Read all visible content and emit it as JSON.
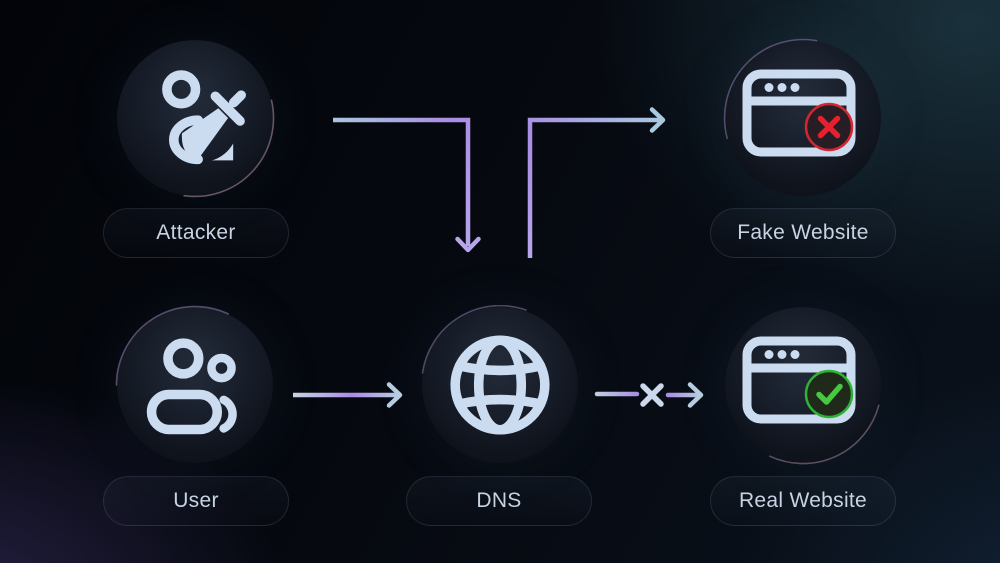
{
  "diagram": {
    "nodes": [
      {
        "id": "attacker",
        "label": "Attacker",
        "icon": "attacker-sword-icon"
      },
      {
        "id": "fake-website",
        "label": "Fake Website",
        "icon": "browser-window-icon",
        "badge": "error-cross",
        "badge_color": "#e02631"
      },
      {
        "id": "user",
        "label": "User",
        "icon": "users-icon"
      },
      {
        "id": "dns",
        "label": "DNS",
        "icon": "globe-icon"
      },
      {
        "id": "real-website",
        "label": "Real Website",
        "icon": "browser-window-icon",
        "badge": "success-check",
        "badge_color": "#3ec43e"
      }
    ],
    "edges": [
      {
        "from": "attacker",
        "to": "dns",
        "style": "elbow-right-then-down"
      },
      {
        "from": "dns",
        "to": "fake-website",
        "style": "elbow-up-then-right"
      },
      {
        "from": "user",
        "to": "dns",
        "style": "straight-right"
      },
      {
        "from": "dns",
        "to": "real-website",
        "style": "straight-right",
        "blocked": true,
        "blocked_marker": "x"
      }
    ],
    "colors": {
      "background_base": "#04060c",
      "glow_teal": "#264854",
      "glow_purple": "#423872",
      "icon": "#cbdcf1",
      "arrow_blue": "#a9c6de",
      "arrow_purple": "#a98de4",
      "error_red": "#e02631",
      "success_green": "#3ec43e",
      "label_text": "#c7d3e2"
    }
  }
}
